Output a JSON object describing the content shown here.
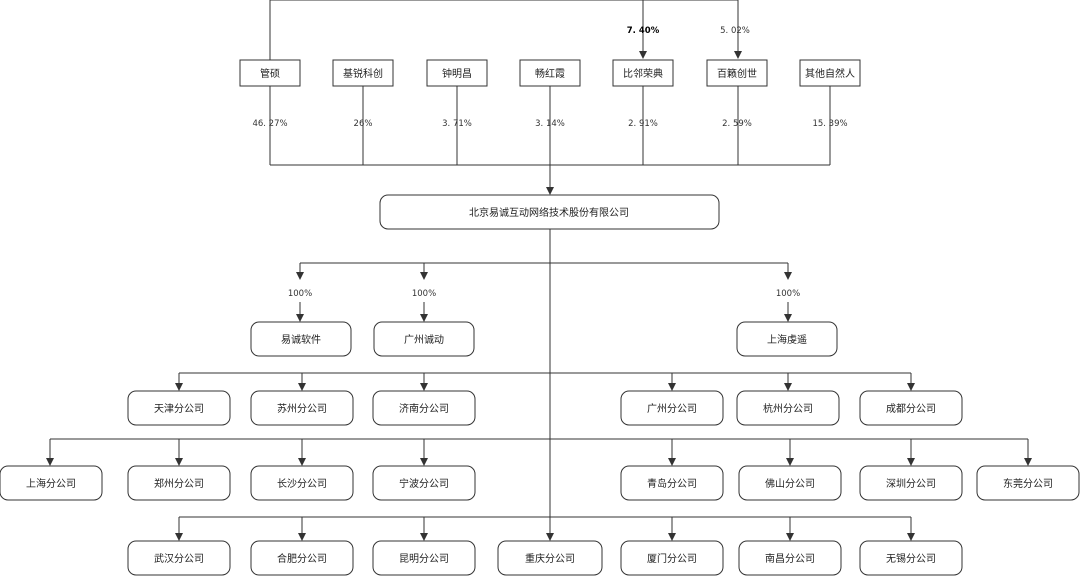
{
  "shareholders": [
    {
      "id": "guan",
      "label": "管硕",
      "pct": "46. 27%"
    },
    {
      "id": "jirui",
      "label": "基锐科创",
      "pct": "26%"
    },
    {
      "id": "zhong",
      "label": "钟明昌",
      "pct": "3. 71%"
    },
    {
      "id": "chang",
      "label": "畅红霞",
      "pct": "3. 14%"
    },
    {
      "id": "bilin",
      "label": "比邻荣典",
      "pct": "2. 91%"
    },
    {
      "id": "baiji",
      "label": "百籁创世",
      "pct": "2. 59%"
    },
    {
      "id": "others",
      "label": "其他自然人",
      "pct": "15. 39%"
    }
  ],
  "cross_holdings": [
    {
      "target": "bilin",
      "pct": "7. 40%"
    },
    {
      "target": "baiji",
      "pct": "5. 02%"
    }
  ],
  "company": {
    "label": "北京易诚互动网络技术股份有限公司"
  },
  "subsidiaries": [
    {
      "id": "yicheng",
      "label": "易诚软件",
      "pct": "100%"
    },
    {
      "id": "guangzhou",
      "label": "广州诚动",
      "pct": "100%"
    },
    {
      "id": "shanghai",
      "label": "上海虔遥",
      "pct": "100%"
    }
  ],
  "branches": {
    "row1_left": [
      "天津分公司",
      "苏州分公司",
      "济南分公司"
    ],
    "row1_right": [
      "广州分公司",
      "杭州分公司",
      "成都分公司"
    ],
    "row2_left": [
      "上海分公司",
      "郑州分公司",
      "长沙分公司",
      "宁波分公司"
    ],
    "row2_right": [
      "青岛分公司",
      "佛山分公司",
      "深圳分公司",
      "东莞分公司"
    ],
    "row3_left": [
      "武汉分公司",
      "合肥分公司",
      "昆明分公司"
    ],
    "row3_center": [
      "重庆分公司"
    ],
    "row3_right": [
      "厦门分公司",
      "南昌分公司",
      "无锡分公司"
    ]
  }
}
